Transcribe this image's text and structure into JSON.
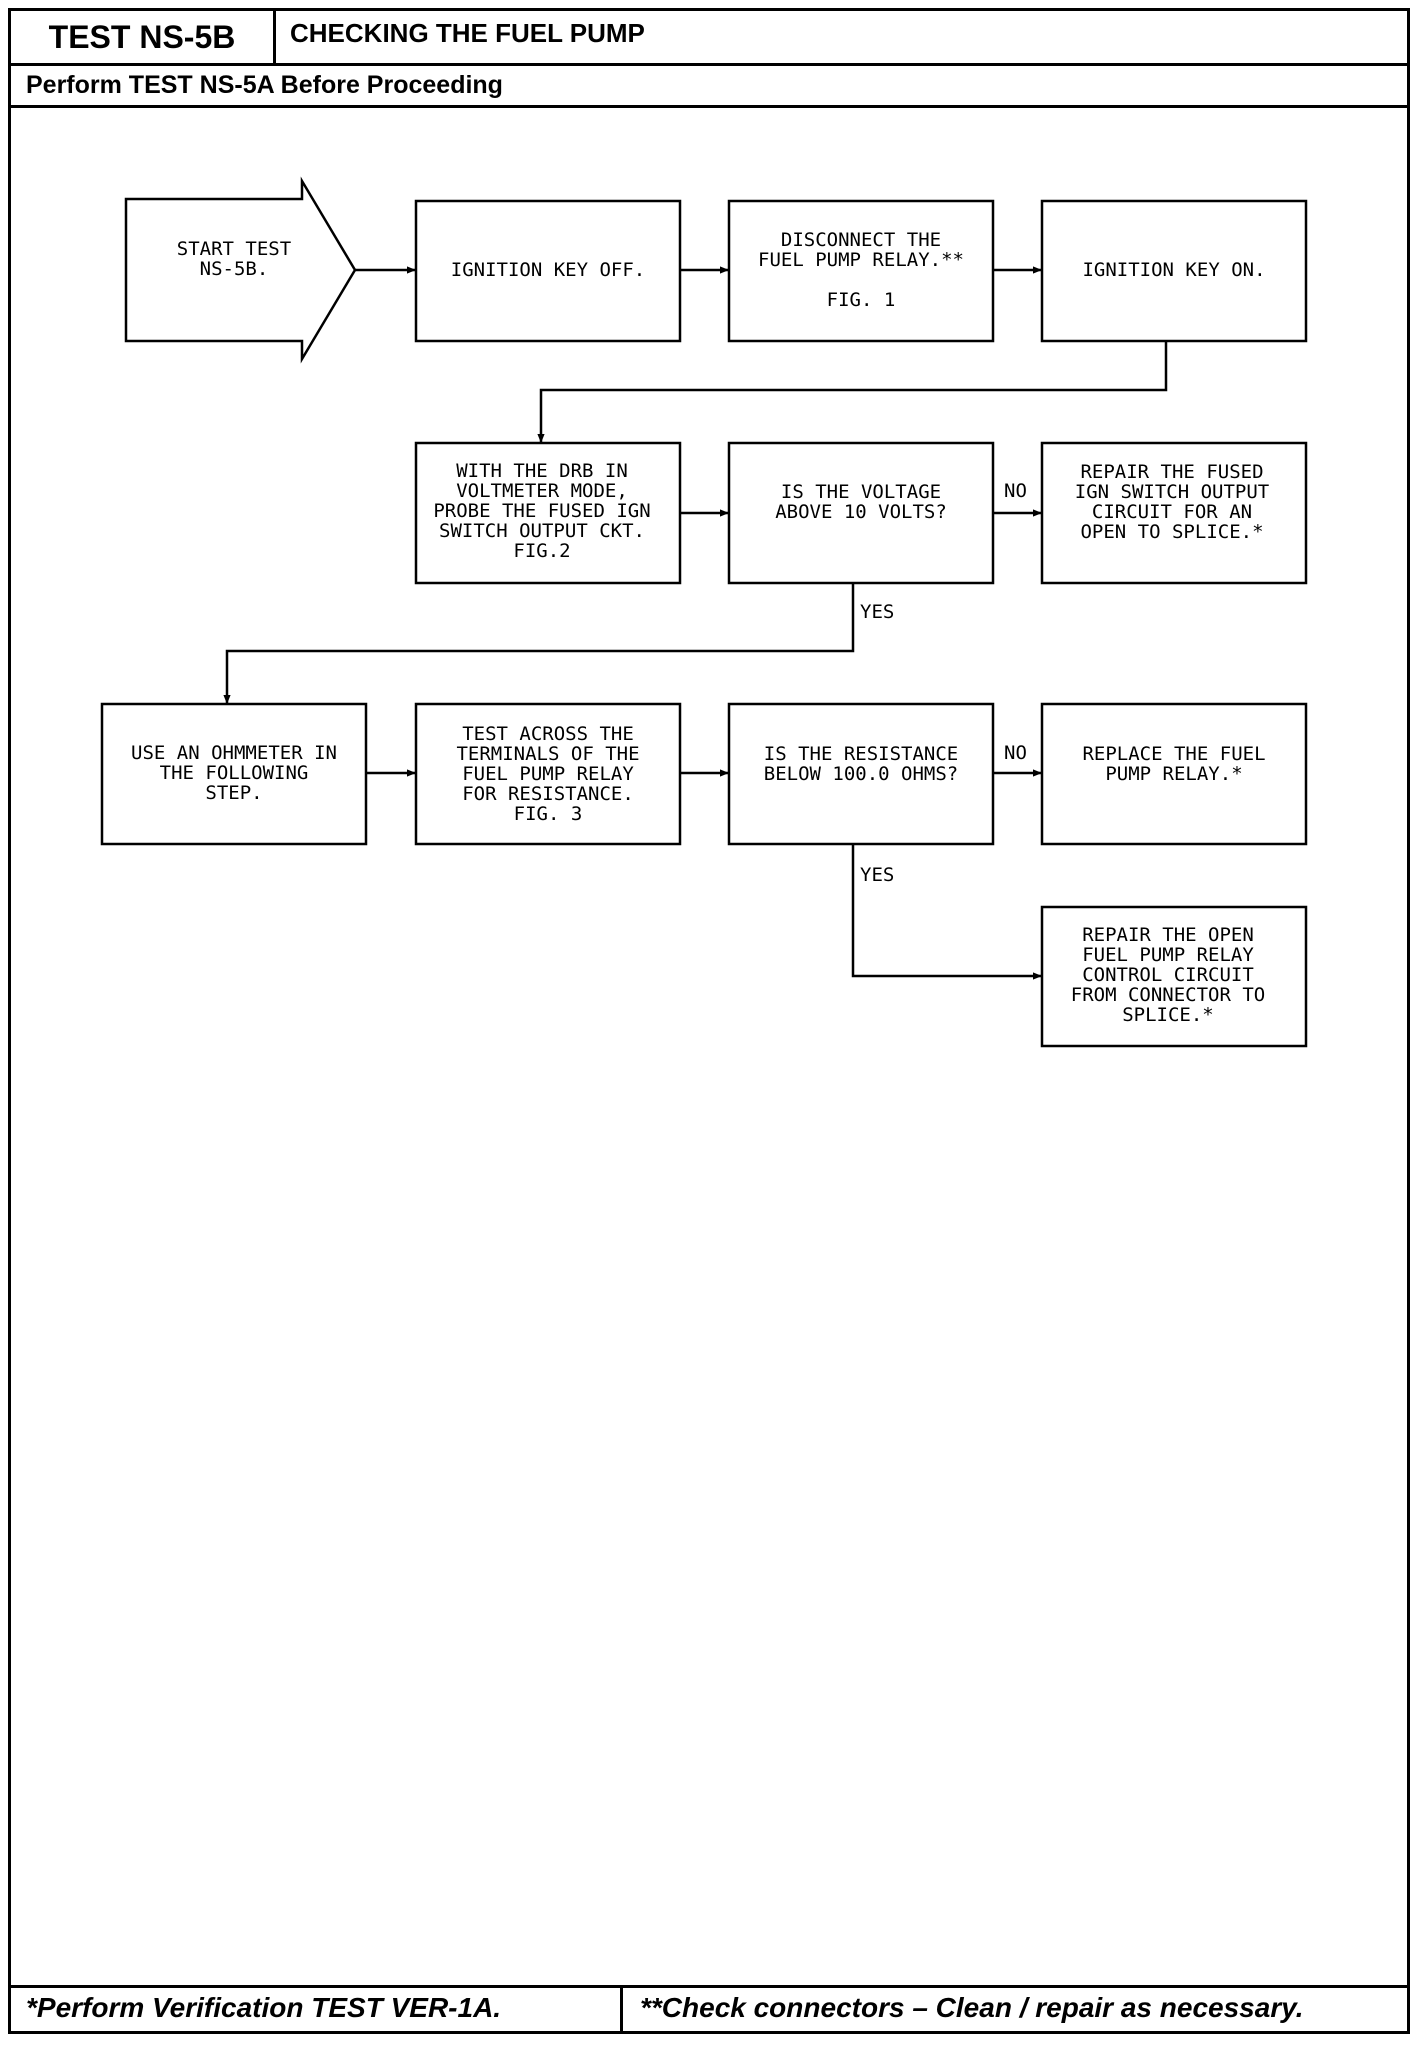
{
  "header": {
    "test_id": "TEST NS-5B",
    "title": "CHECKING THE FUEL PUMP",
    "prerequisite": "Perform TEST NS-5A Before Proceeding"
  },
  "footer": {
    "note_single": "*Perform Verification TEST VER-1A.",
    "note_double": "**Check connectors – Clean / repair as necessary."
  },
  "flowchart": {
    "start": [
      "START TEST",
      "NS-5B."
    ],
    "ignition_off": [
      "IGNITION KEY OFF."
    ],
    "disconnect_relay": [
      "DISCONNECT THE",
      "FUEL PUMP RELAY.**",
      "",
      "FIG. 1"
    ],
    "ignition_on": [
      "IGNITION KEY ON."
    ],
    "probe_circuit": [
      "WITH THE DRB IN",
      "VOLTMETER MODE,",
      "PROBE THE FUSED IGN",
      "SWITCH OUTPUT CKT.",
      "FIG.2"
    ],
    "voltage_check": [
      "IS THE VOLTAGE",
      "ABOVE 10 VOLTS?"
    ],
    "repair_switch_output": [
      "REPAIR THE FUSED",
      "IGN SWITCH OUTPUT",
      "CIRCUIT FOR AN",
      "OPEN TO SPLICE.*"
    ],
    "use_ohmmeter": [
      "USE AN OHMMETER IN",
      "THE FOLLOWING",
      "STEP."
    ],
    "test_terminals": [
      "TEST ACROSS THE",
      "TERMINALS OF THE",
      "FUEL PUMP RELAY",
      "FOR RESISTANCE.",
      "FIG. 3"
    ],
    "resistance_check": [
      "IS THE RESISTANCE",
      "BELOW 100.0 OHMS?"
    ],
    "replace_relay": [
      "REPLACE THE FUEL",
      "PUMP RELAY.*"
    ],
    "repair_control_circuit": [
      "REPAIR THE OPEN",
      "FUEL PUMP RELAY",
      "CONTROL CIRCUIT",
      "FROM CONNECTOR TO",
      "SPLICE.*"
    ],
    "labels": {
      "no_1": "NO",
      "yes_1": "YES",
      "no_2": "NO",
      "yes_2": "YES"
    }
  }
}
